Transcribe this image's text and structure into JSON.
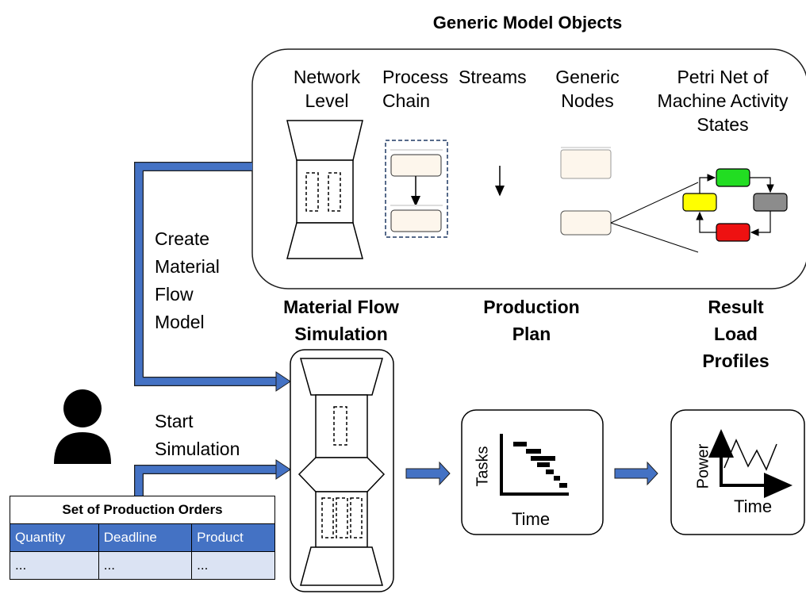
{
  "generic": {
    "heading": "Generic Model Objects",
    "network_level": "Network\nLevel",
    "process_chain": "Process\nChain",
    "streams": "Streams",
    "generic_nodes": "Generic\nNodes",
    "petri_net": "Petri Net of\nMachine Activity\nStates"
  },
  "actions": {
    "create_model": "Create\nMaterial\nFlow\nModel",
    "start_simulation": "Start\nSimulation"
  },
  "sections": {
    "material_flow_simulation": "Material Flow\nSimulation",
    "production_plan": "Production\nPlan",
    "result_load_profiles": "Result\nLoad\nProfiles"
  },
  "gantt": {
    "y_label": "Tasks",
    "x_label": "Time"
  },
  "power": {
    "y_label": "Power",
    "x_label": "Time"
  },
  "orders": {
    "title": "Set of Production Orders",
    "columns": [
      "Quantity",
      "Deadline",
      "Product"
    ],
    "rows": [
      [
        "...",
        "...",
        "..."
      ]
    ]
  },
  "colors": {
    "arrow": "#4472c4",
    "table_header": "#4472c4",
    "table_row": "#dbe3f3",
    "node_fill": "#fdf6ec",
    "petri_green": "#22dd22",
    "petri_yellow": "#ffff00",
    "petri_gray": "#8c8c8c",
    "petri_red": "#ee1111"
  }
}
